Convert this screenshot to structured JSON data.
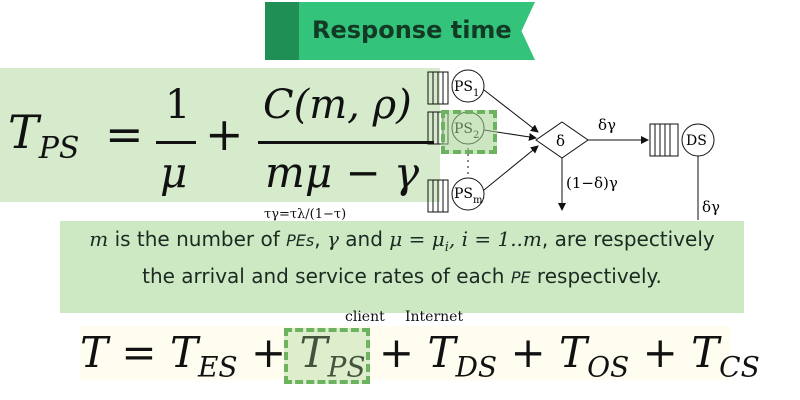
{
  "header": {
    "title": "Response time"
  },
  "formula_tps": {
    "lhs": "T",
    "lhs_sub": "PS",
    "equals": "=",
    "frac1_num": "1",
    "frac1_den": "μ",
    "plus": "+",
    "frac2_num": "C(m, ρ)",
    "frac2_den": "mμ − γ"
  },
  "diagram": {
    "nodes": [
      "PS",
      "PS",
      "PS",
      "δ",
      "DS"
    ],
    "node_subs": [
      "1",
      "2",
      "m"
    ],
    "edge_labels": [
      "δγ",
      "(1−δ)γ",
      "δγ",
      "τγ=τλ/(1−τ)"
    ],
    "bottom_labels": [
      "client",
      "Internet"
    ]
  },
  "description": {
    "m": "m",
    "t1": " is the number of ",
    "pes": "PEs",
    "comma1": ", ",
    "gamma": "γ",
    "and": " and ",
    "mu_expr": "μ = μ",
    "mu_sub": "i",
    "range": ", i = 1..m",
    "t2": ", are respectively the arrival and service rates of each ",
    "pe": "PE",
    "t3": " respectively."
  },
  "formula_total": {
    "t": "T",
    "equals": "=",
    "terms": [
      "ES",
      "PS",
      "DS",
      "OS",
      "CS"
    ],
    "plus": "+"
  },
  "colors": {
    "ribbon": "#33c37a",
    "ribbon_fold": "#1f8f55",
    "panel": "#d5ebcb",
    "highlight": "#6db25e"
  }
}
